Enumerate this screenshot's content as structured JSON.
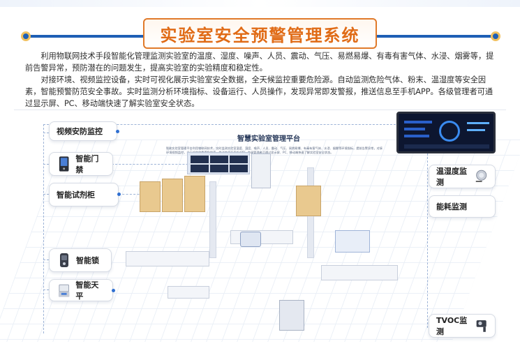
{
  "header": {
    "title": "实验室安全预警管理系统"
  },
  "intro": {
    "paragraph1": "利用物联网技术手段智能化管理监测实验室的温度、湿度、噪声、人员、震动、气压、易燃易爆、有毒有害气体、水浸、烟雾等，提前告警异常，预防潜在的问题发生，提高实验室的实验精度和稳定性。",
    "paragraph2": "对接环境、视频监控设备，实时可视化展示实验室安全数据，全天候监控重要危险源。自动监测危险气体、粉末、温湿度等安全因素，智能预警防范安全事故。实时监测分析环境指标、设备运行、人员操作，发现异常即发警报，推送信息至手机APP。各级管理者可通过显示屏、PC、移动端快速了解实验室安全状态。"
  },
  "diagram": {
    "platform_title": "智慧实验室管理平台",
    "platform_desc": "智能实验室管理平台利用物联网技术，实时监测实验室温度、湿度、噪声、人员、震动、气压、易燃易爆、有毒有害气体、水浸、烟雾等环境指标，提前告警异常，对接环境视频监控，全天候监控重要危险源，推送信息至手机APP，各级管理者可通过显示屏、PC、移动端快速了解实验室安全状态。",
    "labels_left": [
      {
        "text": "视频安防监控",
        "icon": "camera-icon"
      },
      {
        "text": "智能门禁",
        "icon": "access-terminal-icon"
      },
      {
        "text": "智能试剂柜",
        "icon": "cabinet-icon"
      },
      {
        "text": "智能锁",
        "icon": "smart-lock-icon"
      },
      {
        "text": "智能天平",
        "icon": "balance-icon"
      }
    ],
    "labels_right": [
      {
        "text": "温湿度监测",
        "icon": "humidity-sensor-icon"
      },
      {
        "text": "能耗监测",
        "icon": "energy-meter-icon"
      },
      {
        "text": "TVOC监测",
        "icon": "tvoc-sensor-icon"
      }
    ]
  },
  "colors": {
    "title": "#e06b16",
    "accent": "#1e5fb5",
    "frame": "#e07a2a"
  }
}
